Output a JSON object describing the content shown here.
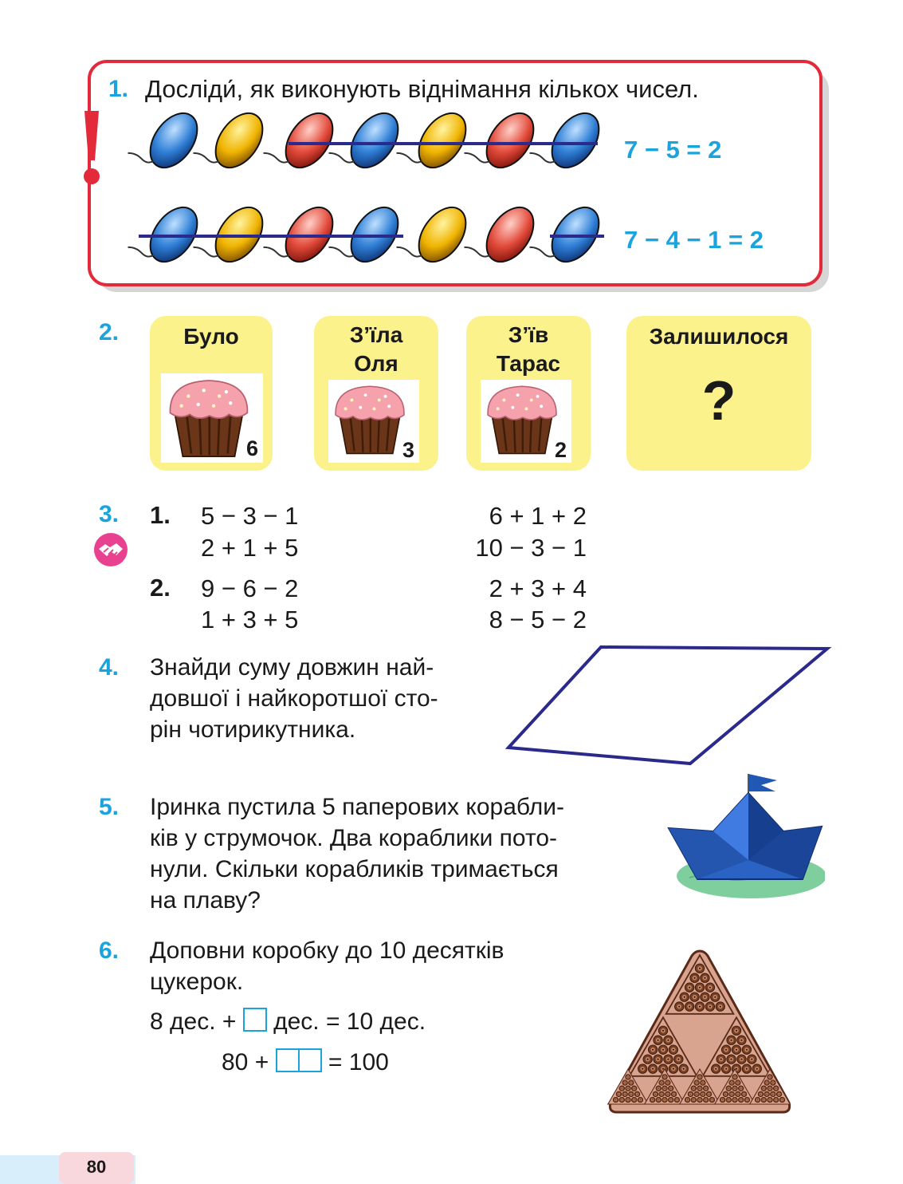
{
  "page_number": "80",
  "task1": {
    "number": "1.",
    "text": "Досліди́, як виконують віднімання кількох чисел.",
    "mark": "!",
    "equation1": "7 − 5 = 2",
    "equation2": "7 − 4 − 1 = 2",
    "balloon_colors": [
      "#2f7fd6",
      "#f0b400",
      "#e24a3a",
      "#2f7fd6",
      "#f0b400",
      "#e24a3a",
      "#2f7fd6"
    ]
  },
  "task2": {
    "number": "2.",
    "cards": [
      {
        "title_line1": "Було",
        "title_line2": "",
        "count": "6"
      },
      {
        "title_line1": "З’їла",
        "title_line2": "Оля",
        "count": "3"
      },
      {
        "title_line1": "З’їв",
        "title_line2": "Тарас",
        "count": "2"
      },
      {
        "title_line1": "Залишилося",
        "title_line2": "",
        "count": "?"
      }
    ]
  },
  "task3": {
    "number": "3.",
    "icon": "handshake-icon",
    "part1_label": "1.",
    "part2_label": "2.",
    "left1": [
      "5 − 3 − 1",
      "2 + 1 + 5"
    ],
    "right1": [
      "6 + 1 + 2",
      "10 − 3 − 1"
    ],
    "left2": [
      "9 − 6 − 2",
      "1 + 3 + 5"
    ],
    "right2": [
      "2 + 3 + 4",
      "8 − 5 − 2"
    ]
  },
  "task4": {
    "number": "4.",
    "lines": [
      "Знайди суму довжин най-",
      "довшої і найкоротшої сто-",
      "рін чотирикутника."
    ]
  },
  "task5": {
    "number": "5.",
    "lines": [
      "Іринка пустила 5 паперових корабли-",
      "ків у струмочок. Два кораблики пото-",
      "нули. Скільки корабликів тримається",
      "на плаву?"
    ]
  },
  "task6": {
    "number": "6.",
    "lines": [
      "Доповни коробку до 10 десятків",
      "цукерок."
    ],
    "eq1_left": "8 дес. +",
    "eq1_right": "дес. = 10 дес.",
    "eq2_left": "80 +",
    "eq2_right": "= 100"
  }
}
